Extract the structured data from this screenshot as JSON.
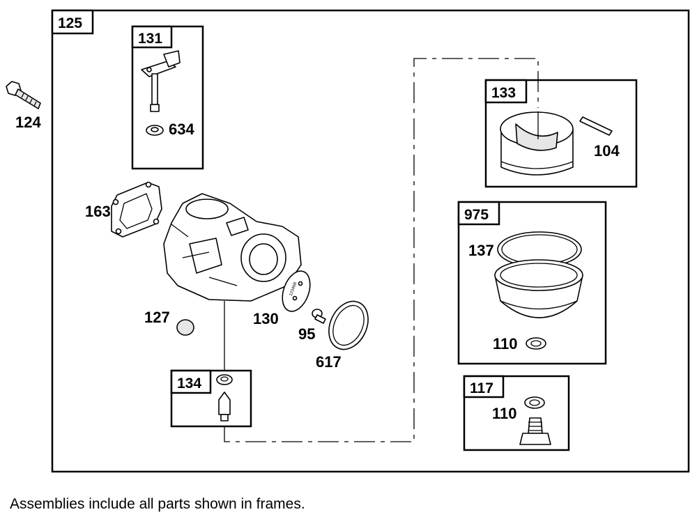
{
  "callouts": {
    "c125": "125",
    "c131": "131",
    "c634": "634",
    "c124": "124",
    "c163": "163",
    "c127": "127",
    "c130": "130",
    "c95": "95",
    "c617": "617",
    "c134": "134",
    "c133": "133",
    "c104": "104",
    "c975": "975",
    "c137": "137",
    "c110a": "110",
    "c117": "117",
    "c110b": "110"
  },
  "footer": "Assemblies include all parts shown in frames.",
  "plate_marking": "12346B"
}
